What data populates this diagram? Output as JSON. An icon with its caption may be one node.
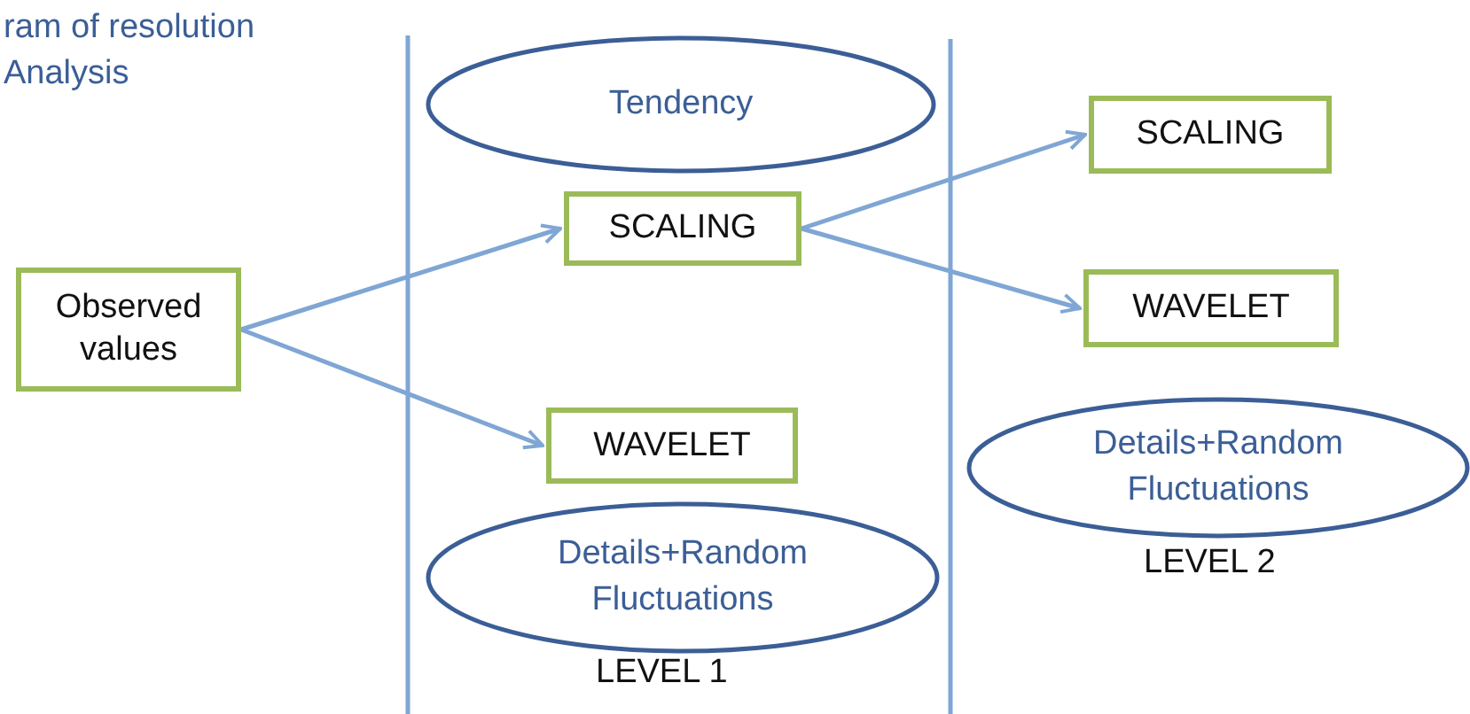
{
  "diagram": {
    "title": "ram of resolution Analysis",
    "nodes": [
      {
        "text": [
          "Tendency"
        ]
      },
      {
        "text": [
          "Observed values"
        ]
      },
      {
        "text": [
          "SCALING"
        ]
      },
      {
        "text": [
          "WAVELET"
        ]
      },
      {
        "text": [
          "Details+Random Fluctuations"
        ]
      },
      {
        "text": [
          "SCALING"
        ]
      },
      {
        "text": [
          "WAVELET"
        ]
      },
      {
        "text": [
          "Details+Random Fluctuations"
        ]
      }
    ],
    "edges": [
      {
        "from": 1,
        "to": 2,
        "arrow": "to"
      },
      {
        "from": 1,
        "to": 3,
        "arrow": "to"
      },
      {
        "from": 2,
        "to": 5,
        "arrow": "to"
      },
      {
        "from": 2,
        "to": 6,
        "arrow": "to"
      }
    ],
    "labels": [
      "LEVEL 1",
      "LEVEL 2"
    ]
  }
}
